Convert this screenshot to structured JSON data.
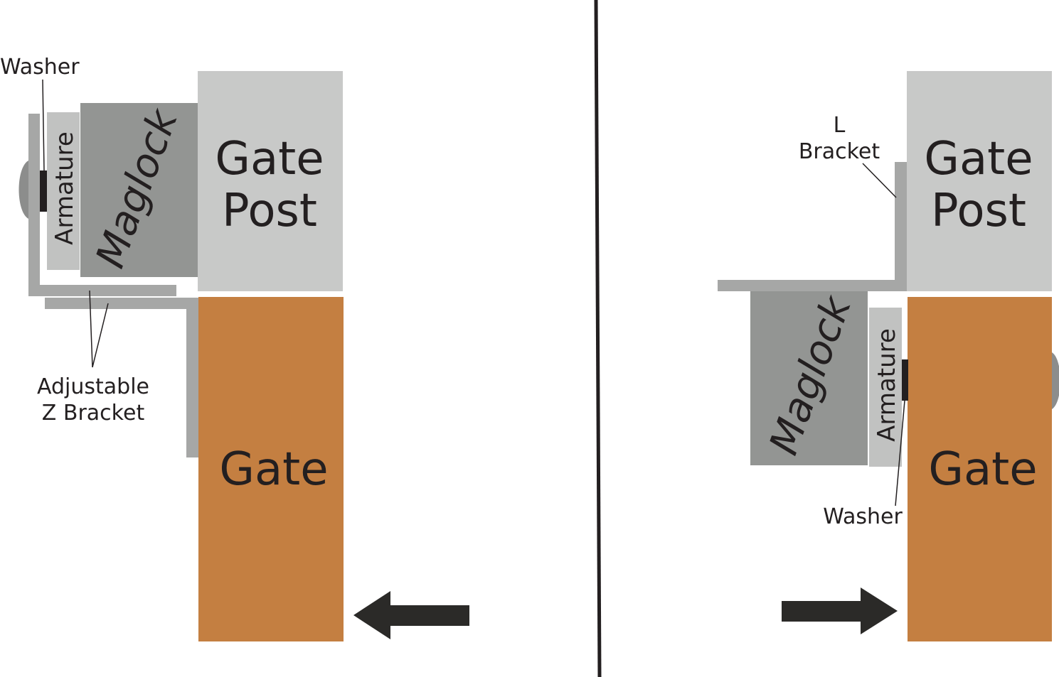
{
  "colors": {
    "gate": "#c47f41",
    "gate_post": "#c8c9c8",
    "bracket": "#a6a7a6",
    "maglock": "#939593",
    "armature": "#c1c2c1",
    "washer": "#231f20",
    "bolt_head": "#8c8d8c",
    "arrow": "#2b2a28",
    "divider": "#231f20",
    "text": "#231f20"
  },
  "left_panel": {
    "washer_label": "Washer",
    "armature_label": "Armature",
    "maglock_label": "Maglock",
    "gate_post_label_line1": "Gate",
    "gate_post_label_line2": "Post",
    "gate_label": "Gate",
    "bracket_label_line1": "Adjustable",
    "bracket_label_line2": "Z Bracket",
    "arrow_direction": "left"
  },
  "right_panel": {
    "bracket_label_line1": "L",
    "bracket_label_line2": "Bracket",
    "gate_post_label_line1": "Gate",
    "gate_post_label_line2": "Post",
    "maglock_label": "Maglock",
    "armature_label": "Armature",
    "gate_label": "Gate",
    "washer_label": "Washer",
    "arrow_direction": "right"
  }
}
